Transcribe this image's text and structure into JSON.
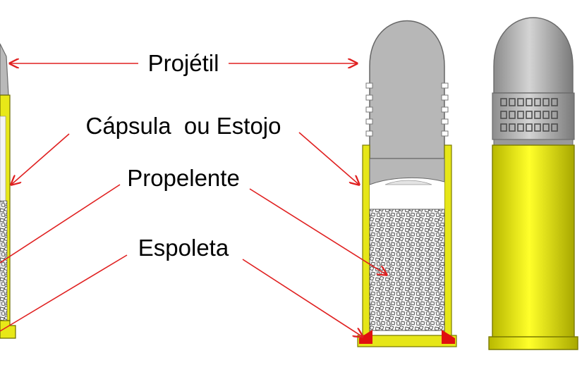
{
  "labels": {
    "projetil": "Projétil",
    "capsula": "Cápsula  ou Estojo",
    "propelente": "Propelente",
    "espoleta": "Espoleta"
  },
  "colors": {
    "brass": "#e2e218",
    "brass_edge": "#8a8a00",
    "lead": "#a9a9a9",
    "lead_dark": "#7f7f7f",
    "arrow": "#e02020",
    "primer": "#e01010",
    "powder_gray": "#6f6f6f"
  }
}
